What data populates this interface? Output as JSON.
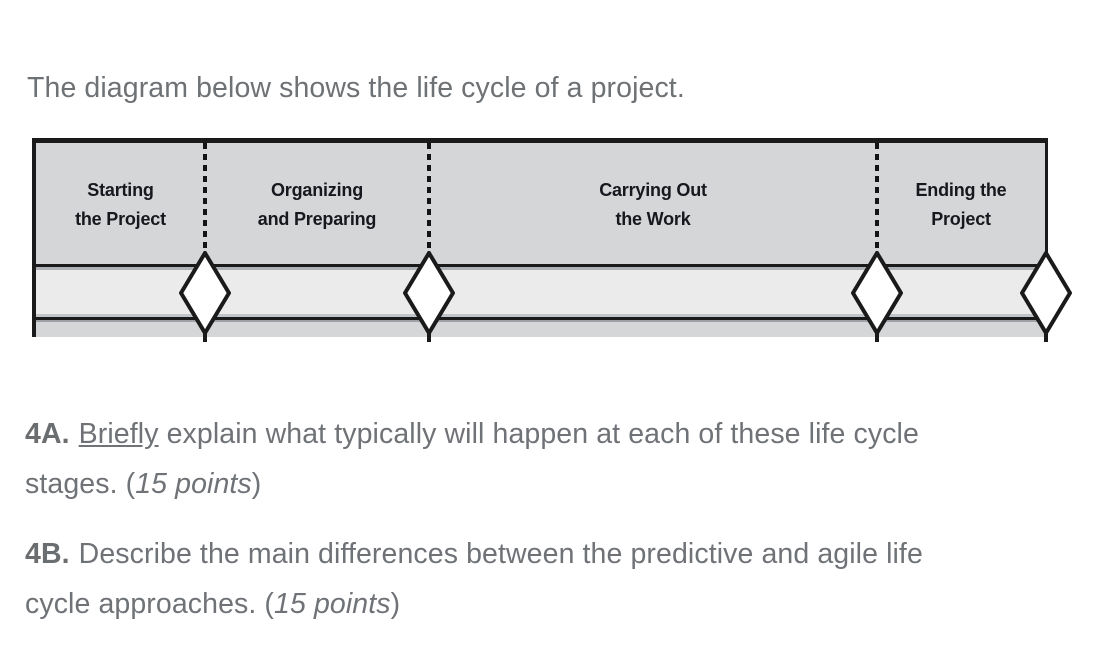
{
  "intro": {
    "text": "The diagram below shows the life cycle of a project."
  },
  "diagram": {
    "name": "project-life-cycle",
    "stages": [
      {
        "line1": "Starting",
        "line2": "the Project"
      },
      {
        "line1": "Organizing",
        "line2": "and Preparing"
      },
      {
        "line1": "Carrying Out",
        "line2": "the Work"
      },
      {
        "line1": "Ending the",
        "line2": "Project"
      }
    ],
    "milestone_icon": "diamond-milestone",
    "colors": {
      "phase_band_fill": "#d5d6d8",
      "milestone_band_fill": "#ebebec",
      "lower_band_fill": "#d5d6d8",
      "line_color": "#1a1a1a",
      "diamond_fill": "#ffffff"
    }
  },
  "questions": {
    "q4a": {
      "label": "4A.",
      "underlined_word": "Briefly",
      "line1_rest": " explain what typically will happen at each of these life cycle",
      "line2_prefix": "stages. (",
      "points_italic": "15 points",
      "line2_suffix": ")"
    },
    "q4b": {
      "label": "4B.",
      "line1": "Describe the main differences between the predictive and agile life",
      "line2_prefix": "cycle approaches. (",
      "points_italic": "15 points",
      "line2_suffix": ")"
    }
  },
  "page": {
    "background": "#ffffff",
    "body_text_color": "#6f7276"
  }
}
